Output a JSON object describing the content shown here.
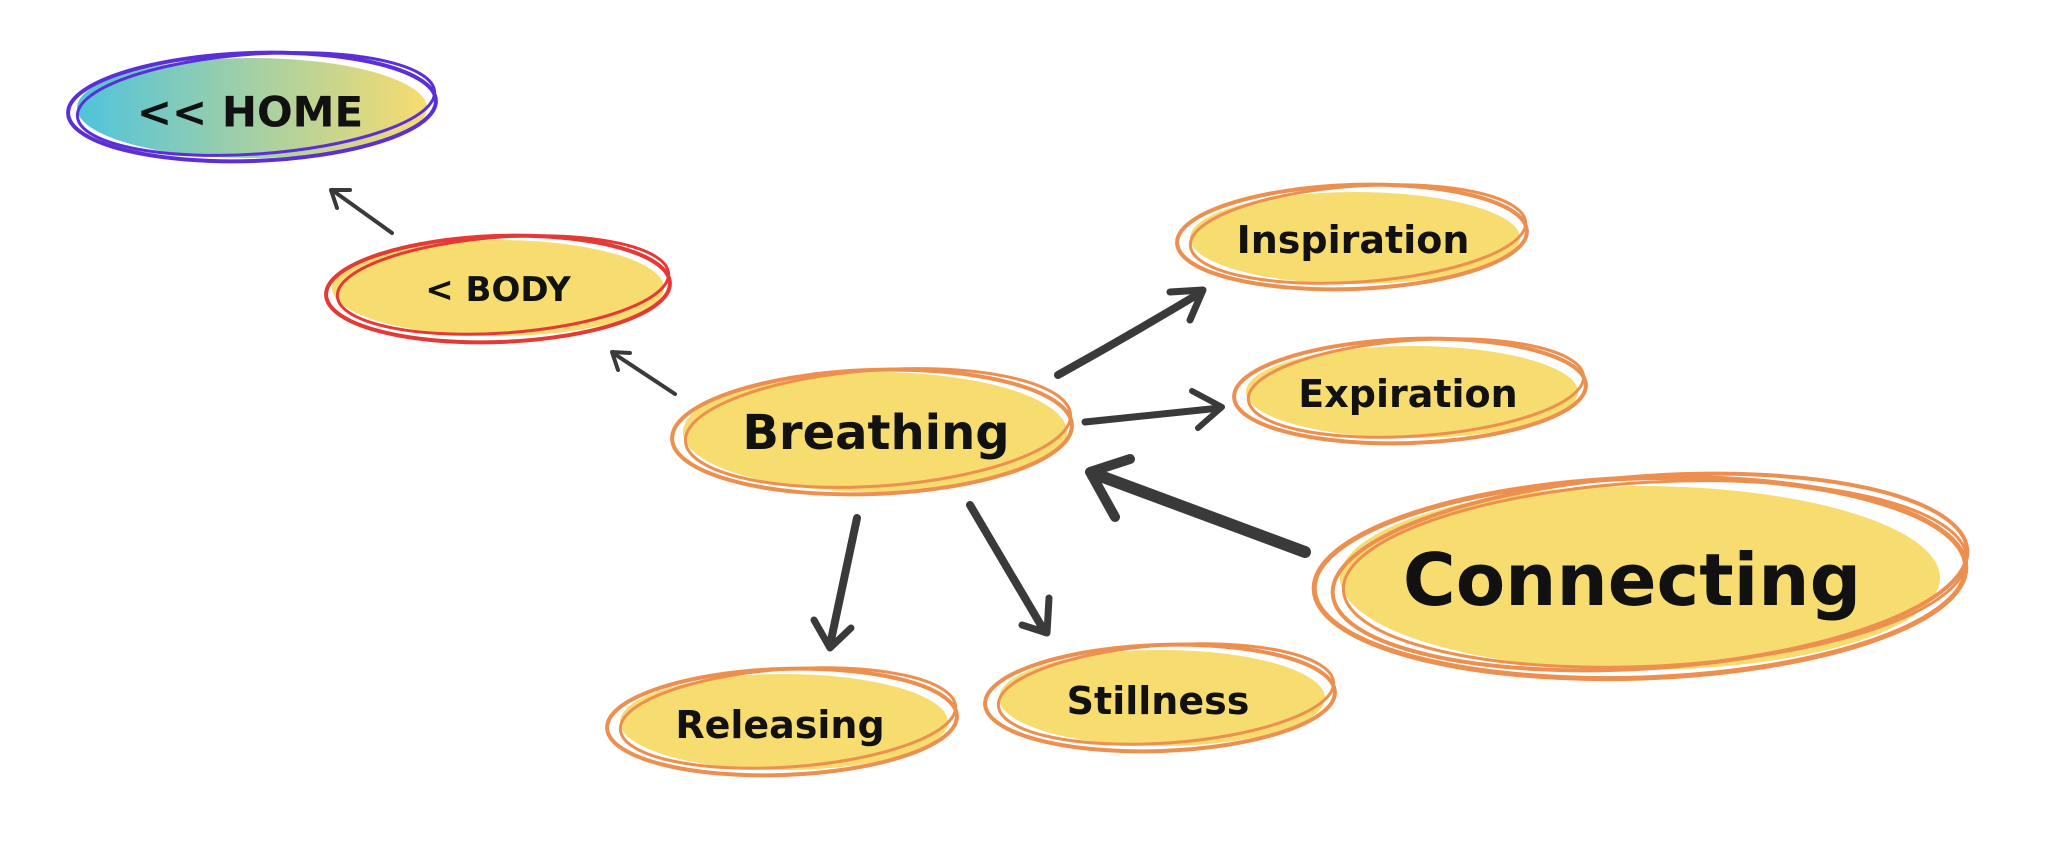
{
  "nodes": {
    "home": {
      "label": "<< HOME"
    },
    "body": {
      "label": "< BODY"
    },
    "breathing": {
      "label": "Breathing"
    },
    "inspiration": {
      "label": "Inspiration"
    },
    "expiration": {
      "label": "Expiration"
    },
    "connecting": {
      "label": "Connecting"
    },
    "releasing": {
      "label": "Releasing"
    },
    "stillness": {
      "label": "Stillness"
    }
  },
  "colors": {
    "fill_yellow": "#f7dc6f",
    "ring_orange": "#ec8f4f",
    "ring_red": "#e53935",
    "ring_purple": "#5b2fd6",
    "home_gradient_start": "#4fc3dc",
    "home_gradient_end": "#f7dc6f",
    "arrow": "#3a3a3a",
    "text": "#111111"
  }
}
